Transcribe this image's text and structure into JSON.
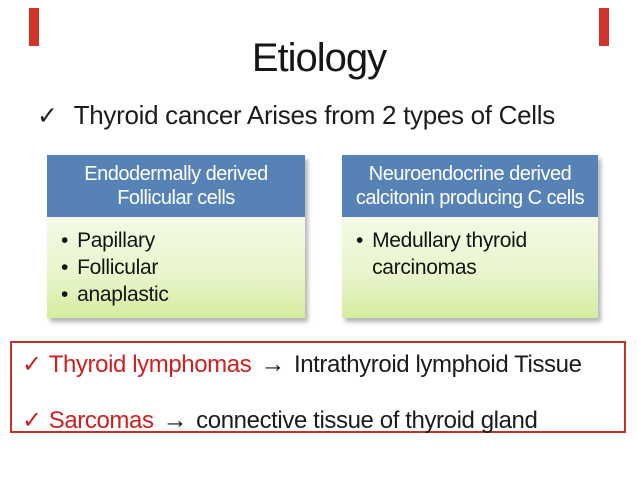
{
  "slide": {
    "title": "Etiology",
    "glyphs": {
      "check": "✓",
      "bullet": "•",
      "arrow": "→"
    },
    "subtitle": "Thyroid cancer Arises from 2 types of Cells",
    "boxes": [
      {
        "header_line1": "Endodermally derived",
        "header_line2": "Follicular cells",
        "items": [
          "Papillary",
          "Follicular",
          "anaplastic"
        ]
      },
      {
        "header_line1": "Neuroendocrine derived",
        "header_line2": "calcitonin producing C cells",
        "items": [
          "Medullary thyroid carcinomas"
        ]
      }
    ],
    "notes": [
      {
        "term": "Thyroid lymphomas",
        "rest": "Intrathyroid lymphoid Tissue"
      },
      {
        "term": "Sarcomas",
        "rest": "connective tissue of thyroid gland"
      }
    ],
    "colors": {
      "header_blue": "#5682b5",
      "body_green_top": "#f4fae6",
      "body_green_bottom": "#d6eca0",
      "accent_red": "#cc2120",
      "border_red": "#c0322a",
      "edge_bar_red": "#d2342a",
      "text_black": "#1b1b1b"
    }
  }
}
